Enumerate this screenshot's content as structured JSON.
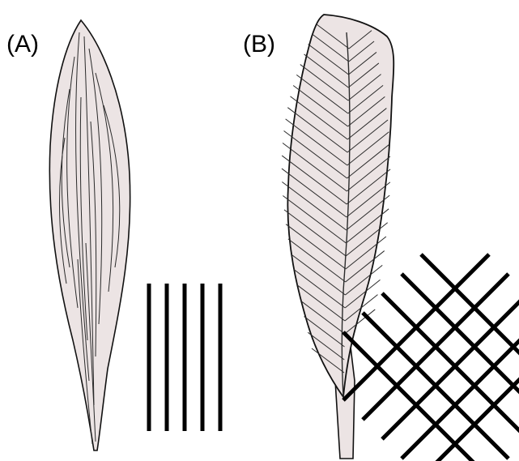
{
  "panels": [
    {
      "label": "(A)",
      "leaf_shape": "slender parallel-veined leaf",
      "pattern_icon": "parallel-venation-icon"
    },
    {
      "label": "(B)",
      "leaf_shape": "broad pinnate-veined leaf",
      "pattern_icon": "crossed-venation-icon"
    }
  ],
  "colors": {
    "outline": "#111111",
    "leaf_fill": "#ece4e4",
    "vein": "#2a2a2a",
    "pattern": "#000000",
    "background": "#ffffff"
  }
}
